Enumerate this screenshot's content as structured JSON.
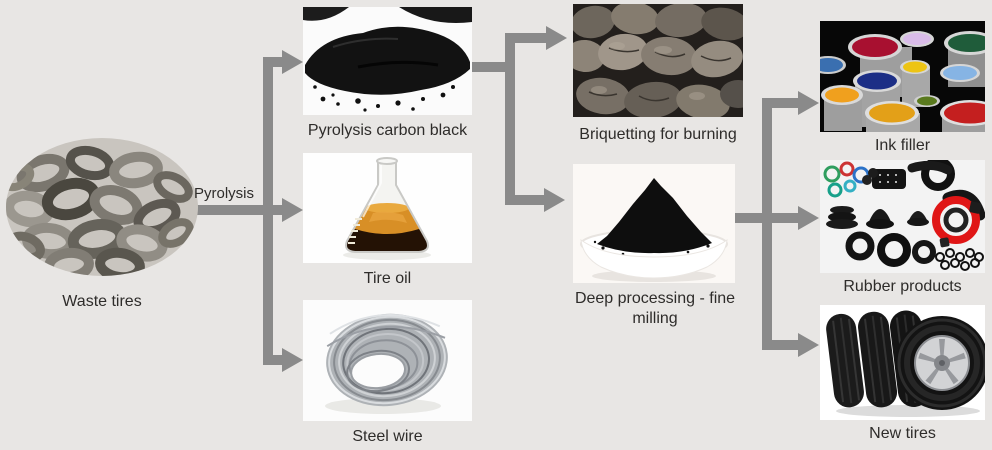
{
  "page": {
    "background_color": "#e8e6e4",
    "arrow_color": "#8a8a8a",
    "text_color": "#2e2c2a"
  },
  "nodes": {
    "waste_tires": {
      "label": "Waste tires",
      "image": "pile of old grey waste tires (oval photo)"
    },
    "carbon_black": {
      "label": "Pyrolysis carbon black",
      "image": "black carbon powder pile on white"
    },
    "tire_oil": {
      "label": "Tire oil",
      "image": "erlenmeyer flask with amber oil and dark sediment"
    },
    "steel_wire": {
      "label": "Steel wire",
      "image": "coil of galvanized steel wire"
    },
    "briquetting": {
      "label": "Briquetting for burning",
      "image": "round coal briquettes, dark photo"
    },
    "deep_processing": {
      "label": "Deep processing - fine milling",
      "image": "white bowl with cone of fine black powder"
    },
    "ink_filler": {
      "label": "Ink filler",
      "image": "metal cans with colorful inks on black"
    },
    "rubber_products": {
      "label": "Rubber products",
      "image": "assorted black rubber parts with red ring"
    },
    "new_tires": {
      "label": "New tires",
      "image": "row of new tires, front one with alloy rim"
    }
  },
  "edge_labels": {
    "pyrolysis": "Pyrolysis"
  },
  "edges": [
    {
      "from": "waste_tires",
      "to": "carbon_black",
      "label": "Pyrolysis"
    },
    {
      "from": "waste_tires",
      "to": "tire_oil",
      "label": "Pyrolysis"
    },
    {
      "from": "waste_tires",
      "to": "steel_wire",
      "label": "Pyrolysis"
    },
    {
      "from": "carbon_black",
      "to": "briquetting",
      "label": ""
    },
    {
      "from": "carbon_black",
      "to": "deep_processing",
      "label": ""
    },
    {
      "from": "deep_processing",
      "to": "ink_filler",
      "label": ""
    },
    {
      "from": "deep_processing",
      "to": "rubber_products",
      "label": ""
    },
    {
      "from": "deep_processing",
      "to": "new_tires",
      "label": ""
    }
  ]
}
